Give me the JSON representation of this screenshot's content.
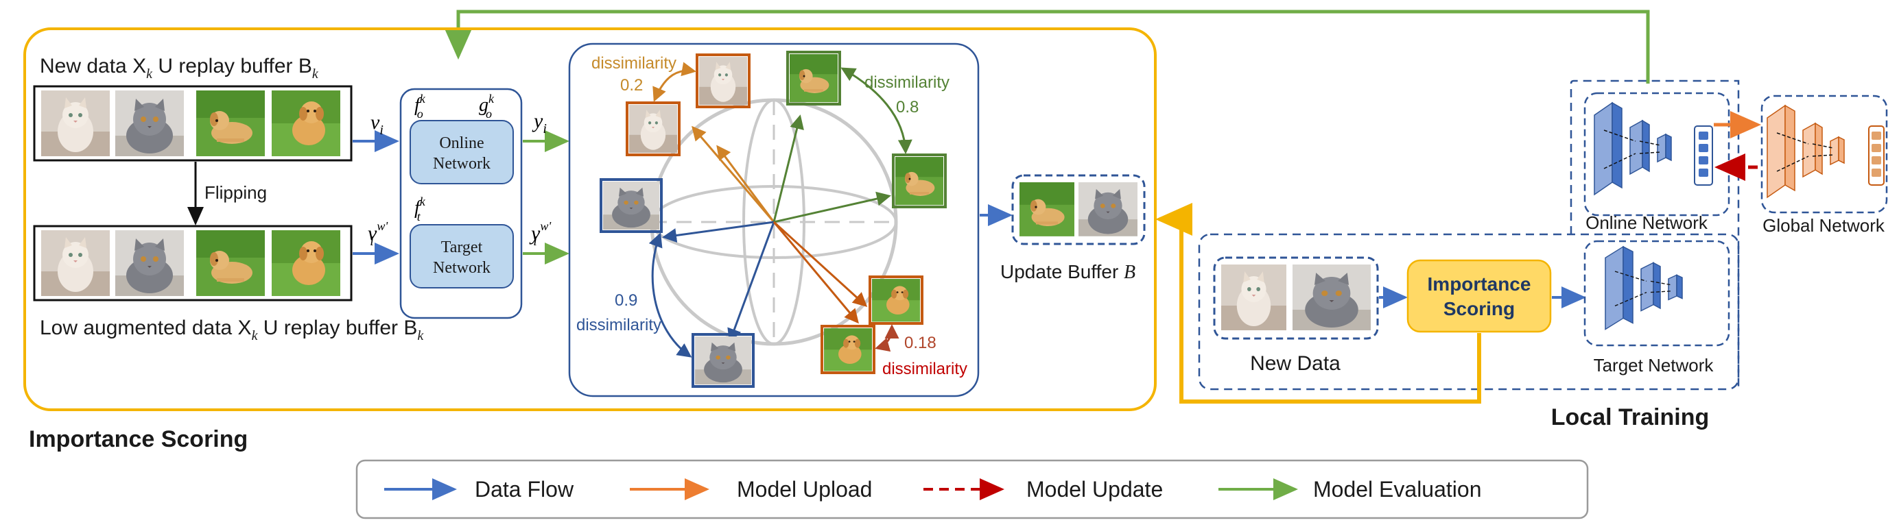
{
  "colors": {
    "data_flow": "#4472C4",
    "model_upload": "#ED7D31",
    "model_update": "#C00000",
    "model_evaluation": "#70AD47",
    "importance_border": "#F4B400",
    "importance_fill": "#FFD966",
    "network_fill": "#BDD7EE",
    "network_border": "#2F5597",
    "global_fill": "#F4B183"
  },
  "icons": [
    "cat-photo",
    "grey-cat-photo",
    "dog-photo",
    "puppy-photo",
    "sphere",
    "neural-network"
  ],
  "scoring": {
    "new_data_label": "New data X",
    "new_data_sub_k": "k",
    "new_data_union": " U replay buffer B",
    "new_data_buffer_sub": "k",
    "flipping": "Flipping",
    "aug_label": "Low augmented data X",
    "aug_sub_k": "k",
    "aug_union": " U replay buffer B",
    "aug_buffer_sub": "k",
    "v_i": "v",
    "v_i_sub": "i",
    "v_w": "v",
    "v_w_sub": "i",
    "v_w_sup": "w'",
    "f_o": "f",
    "f_o_sub": "o",
    "f_o_sup": "k",
    "g_o": "g",
    "g_o_sub": "o",
    "g_o_sup": "k",
    "f_t": "f",
    "f_t_sub": "t",
    "f_t_sup": "k",
    "online_network_line1": "Online",
    "online_network_line2": "Network",
    "target_network_line1": "Target",
    "target_network_line2": "Network",
    "y_i": "y",
    "y_i_sub": "i",
    "y_w": "y",
    "y_w_sub": "i",
    "y_w_sup": "w'",
    "section_title": "Importance Scoring"
  },
  "sphere": {
    "orange_label": "dissimilarity",
    "orange_value": "0.2",
    "green_label": "dissimilarity",
    "green_value": "0.8",
    "blue_value": "0.9",
    "blue_label": "dissimilarity",
    "red_value": "0.18",
    "red_label": "dissimilarity"
  },
  "buffer": {
    "label": "Update Buffer ",
    "label_var": "B"
  },
  "local": {
    "online_network": "Online Network",
    "global_network": "Global Network",
    "target_network": "Target Network",
    "new_data": "New Data",
    "importance_line1": "Importance",
    "importance_line2": "Scoring",
    "section_title": "Local Training"
  },
  "legend": {
    "data_flow": "Data Flow",
    "model_upload": "Model Upload",
    "model_update": "Model Update",
    "model_evaluation": "Model Evaluation"
  }
}
